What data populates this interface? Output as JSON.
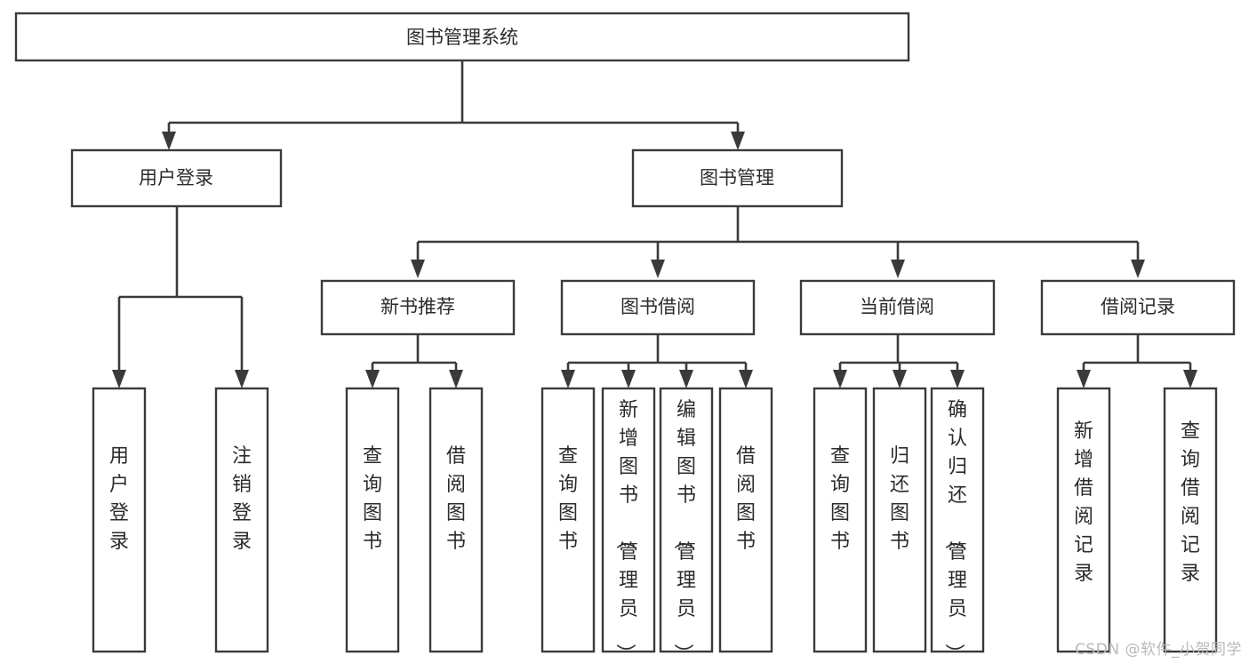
{
  "diagram": {
    "type": "tree",
    "title": "图书管理系统",
    "watermark": "CSDN @软件_小贺同学",
    "colors": {
      "box_stroke": "#3a3a3a",
      "box_fill": "#ffffff",
      "text": "#2b2b2b",
      "connector": "#3a3a3a",
      "watermark": "#b9b9b9",
      "background": "#ffffff"
    },
    "levels": {
      "root": {
        "label": "图书管理系统"
      },
      "level2": [
        {
          "label": "用户登录"
        },
        {
          "label": "图书管理"
        }
      ],
      "level3": [
        {
          "label": "新书推荐"
        },
        {
          "label": "图书借阅"
        },
        {
          "label": "当前借阅"
        },
        {
          "label": "借阅记录"
        }
      ],
      "leaves": [
        {
          "label": "用户登录",
          "parent": "用户登录"
        },
        {
          "label": "注销登录",
          "parent": "用户登录"
        },
        {
          "label": "查询图书",
          "parent": "新书推荐"
        },
        {
          "label": "借阅图书",
          "parent": "新书推荐"
        },
        {
          "label": "查询图书",
          "parent": "图书借阅"
        },
        {
          "label": "新增图书（管理员）",
          "parent": "图书借阅"
        },
        {
          "label": "编辑图书（管理员）",
          "parent": "图书借阅"
        },
        {
          "label": "借阅图书",
          "parent": "图书借阅"
        },
        {
          "label": "查询图书",
          "parent": "当前借阅"
        },
        {
          "label": "归还图书",
          "parent": "当前借阅"
        },
        {
          "label": "确认归还（管理员）",
          "parent": "当前借阅"
        },
        {
          "label": "新增借阅记录",
          "parent": "借阅记录"
        },
        {
          "label": "查询借阅记录",
          "parent": "借阅记录"
        }
      ]
    }
  }
}
